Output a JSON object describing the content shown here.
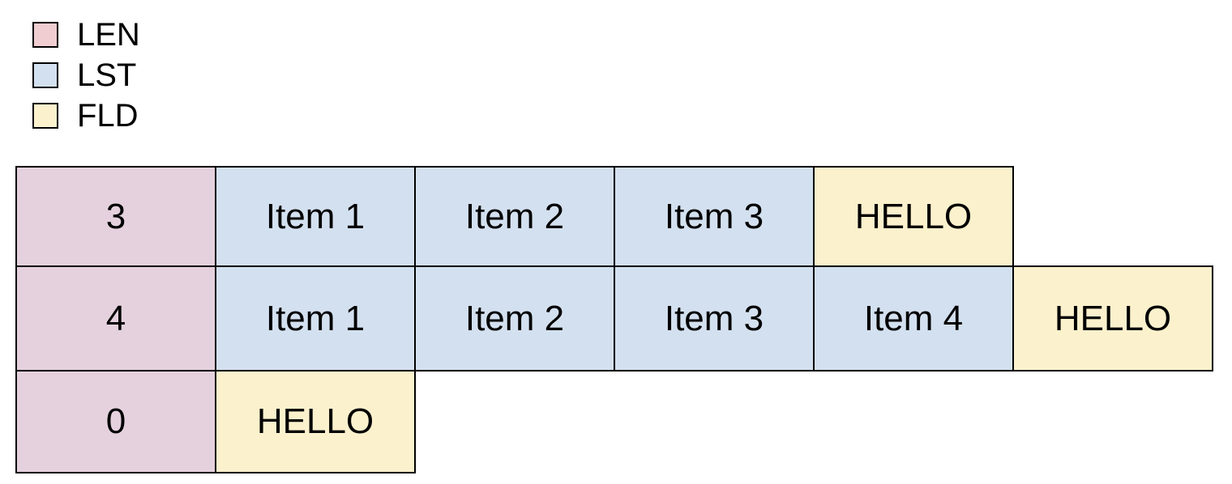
{
  "legend": {
    "items": [
      {
        "label": "LEN",
        "color": "#f0cdd0"
      },
      {
        "label": "LST",
        "color": "#d3e0ef"
      },
      {
        "label": "FLD",
        "color": "#fcf1cd"
      }
    ]
  },
  "cell_colors": {
    "LEN": "#e5d1de",
    "LST": "#d3e0ef",
    "FLD": "#fcf1cd"
  },
  "border_color": "#000000",
  "rows": [
    {
      "cells": [
        {
          "type": "LEN",
          "text": "3"
        },
        {
          "type": "LST",
          "text": "Item 1"
        },
        {
          "type": "LST",
          "text": "Item 2"
        },
        {
          "type": "LST",
          "text": "Item 3"
        },
        {
          "type": "FLD",
          "text": "HELLO"
        }
      ]
    },
    {
      "cells": [
        {
          "type": "LEN",
          "text": "4"
        },
        {
          "type": "LST",
          "text": "Item 1"
        },
        {
          "type": "LST",
          "text": "Item 2"
        },
        {
          "type": "LST",
          "text": "Item 3"
        },
        {
          "type": "LST",
          "text": "Item 4"
        },
        {
          "type": "FLD",
          "text": "HELLO"
        }
      ]
    },
    {
      "cells": [
        {
          "type": "LEN",
          "text": "0"
        },
        {
          "type": "FLD",
          "text": "HELLO"
        }
      ]
    }
  ]
}
